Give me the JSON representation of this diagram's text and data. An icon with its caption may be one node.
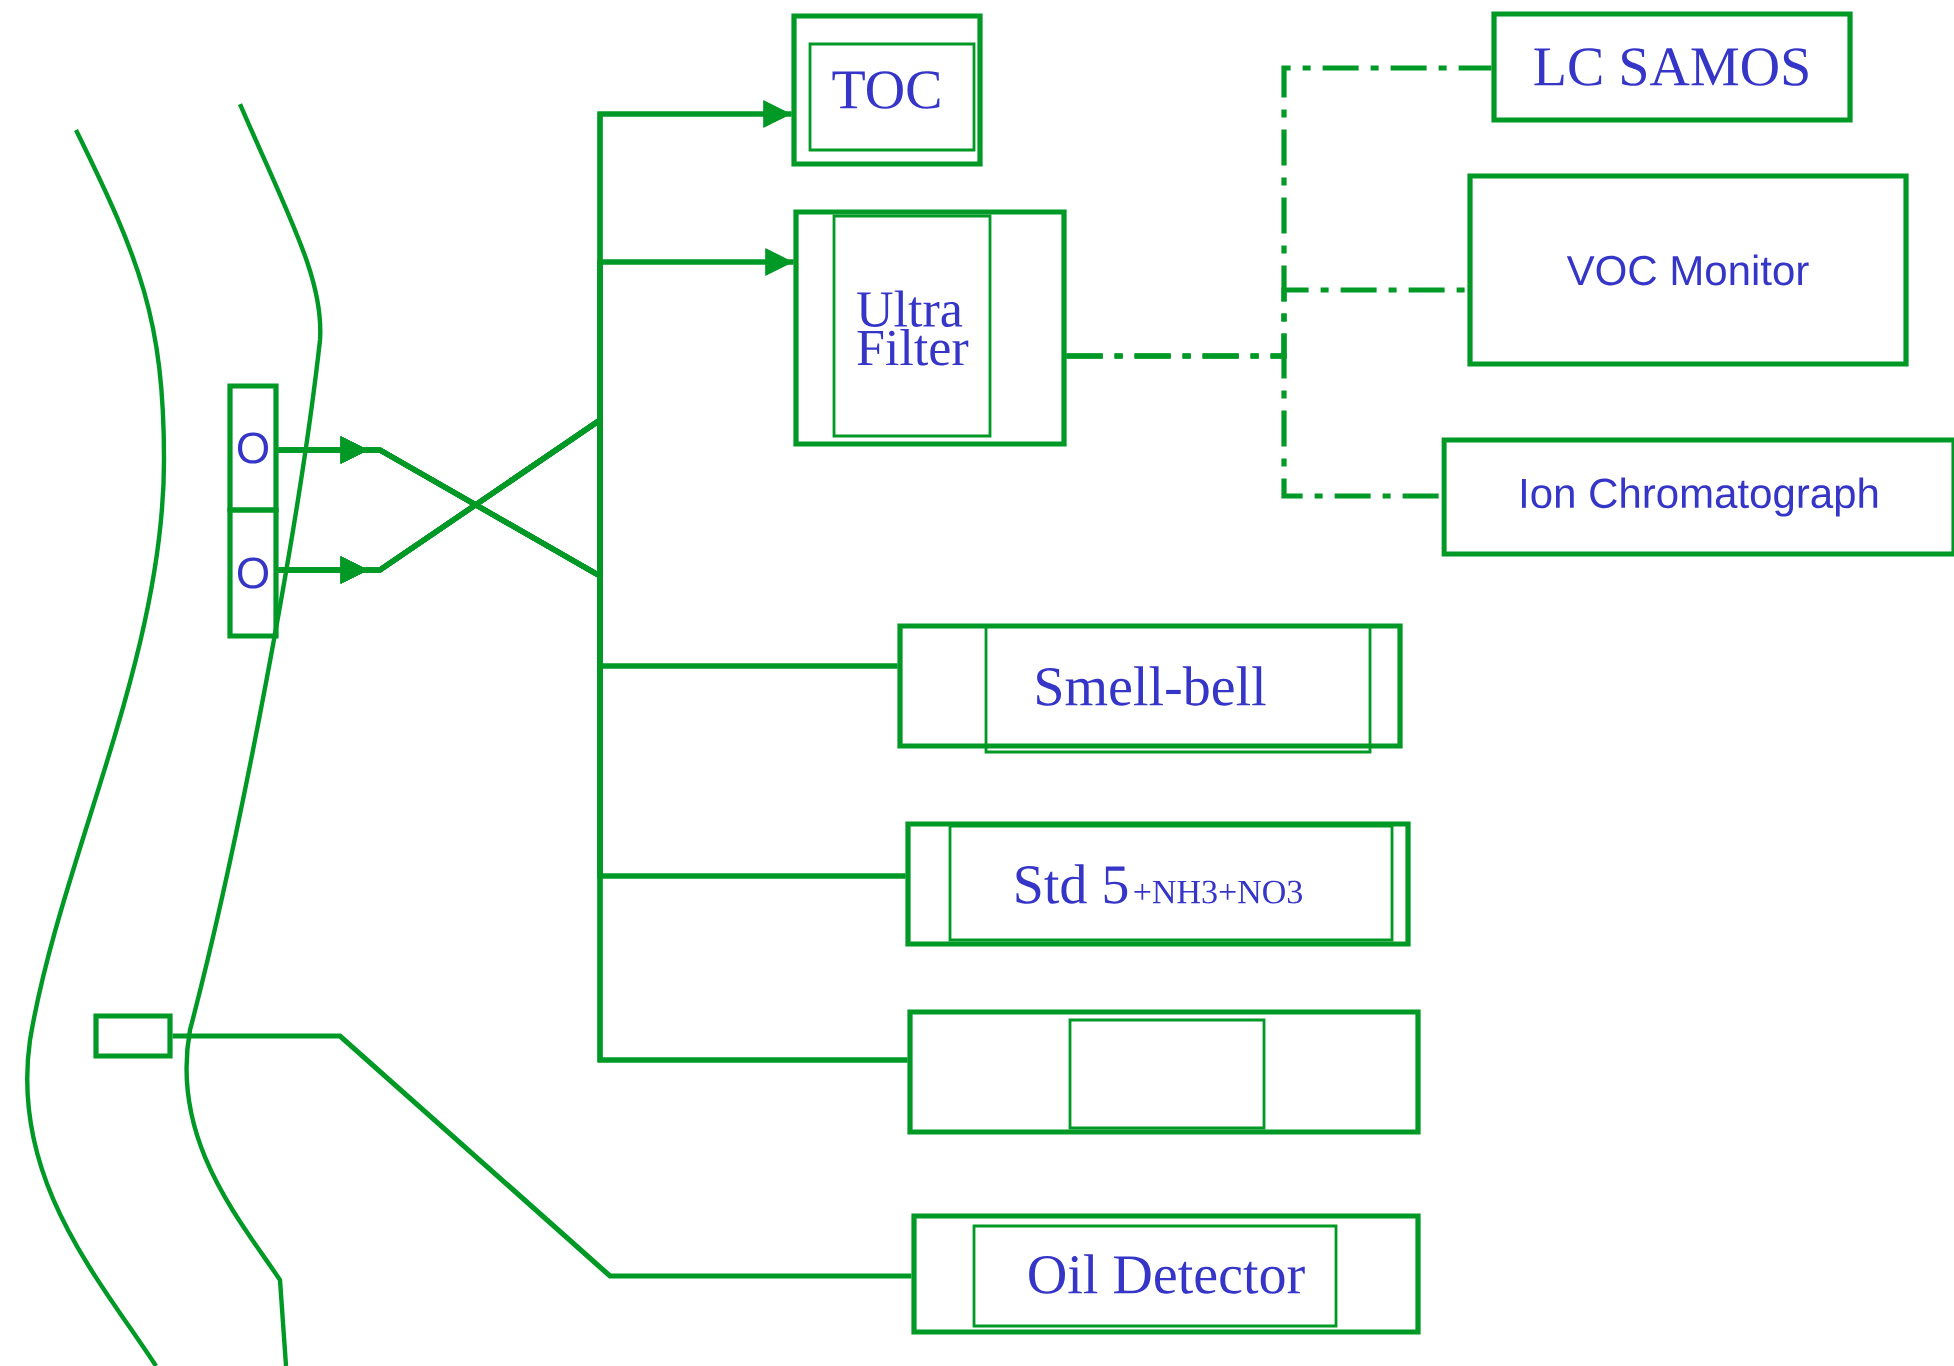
{
  "diagram": {
    "nodes": [
      {
        "text": [
          "O"
        ]
      },
      {
        "text": [
          "O"
        ]
      },
      {
        "text": [
          "TOC"
        ]
      },
      {
        "text": [
          "Ultra Filter"
        ]
      },
      {
        "text": [
          "LC SAMOS"
        ]
      },
      {
        "text": [
          "VOC Monitor"
        ]
      },
      {
        "text": [
          "Ion Chromatograph"
        ]
      },
      {
        "text": [
          "Smell-bell"
        ]
      },
      {
        "text": [
          "Std 5",
          "+NH3+NO3"
        ]
      },
      {
        "text": [],
        "shape": "box"
      },
      {
        "text": [
          "Oil Detector"
        ]
      },
      {
        "text": [],
        "shape": "box"
      }
    ],
    "edges": [
      {
        "from": 0,
        "to": 2,
        "arrow": "to"
      },
      {
        "from": 0,
        "to": 3,
        "arrow": "to"
      },
      {
        "from": 0,
        "to": 7,
        "arrow": "to"
      },
      {
        "from": 0,
        "to": 8,
        "arrow": "to"
      },
      {
        "from": 0,
        "to": 9,
        "arrow": "to"
      },
      {
        "from": 1,
        "to": 2,
        "arrow": "to"
      },
      {
        "from": 1,
        "to": 3,
        "arrow": "to"
      },
      {
        "from": 1,
        "to": 7,
        "arrow": "to"
      },
      {
        "from": 1,
        "to": 8,
        "arrow": "to"
      },
      {
        "from": 1,
        "to": 9,
        "arrow": "to"
      },
      {
        "from": 3,
        "to": 4,
        "arrow": "none",
        "style": "dashed"
      },
      {
        "from": 3,
        "to": 5,
        "arrow": "none",
        "style": "dashed"
      },
      {
        "from": 3,
        "to": 6,
        "arrow": "none",
        "style": "dashed"
      },
      {
        "from": 11,
        "to": 10,
        "arrow": "none"
      }
    ]
  }
}
